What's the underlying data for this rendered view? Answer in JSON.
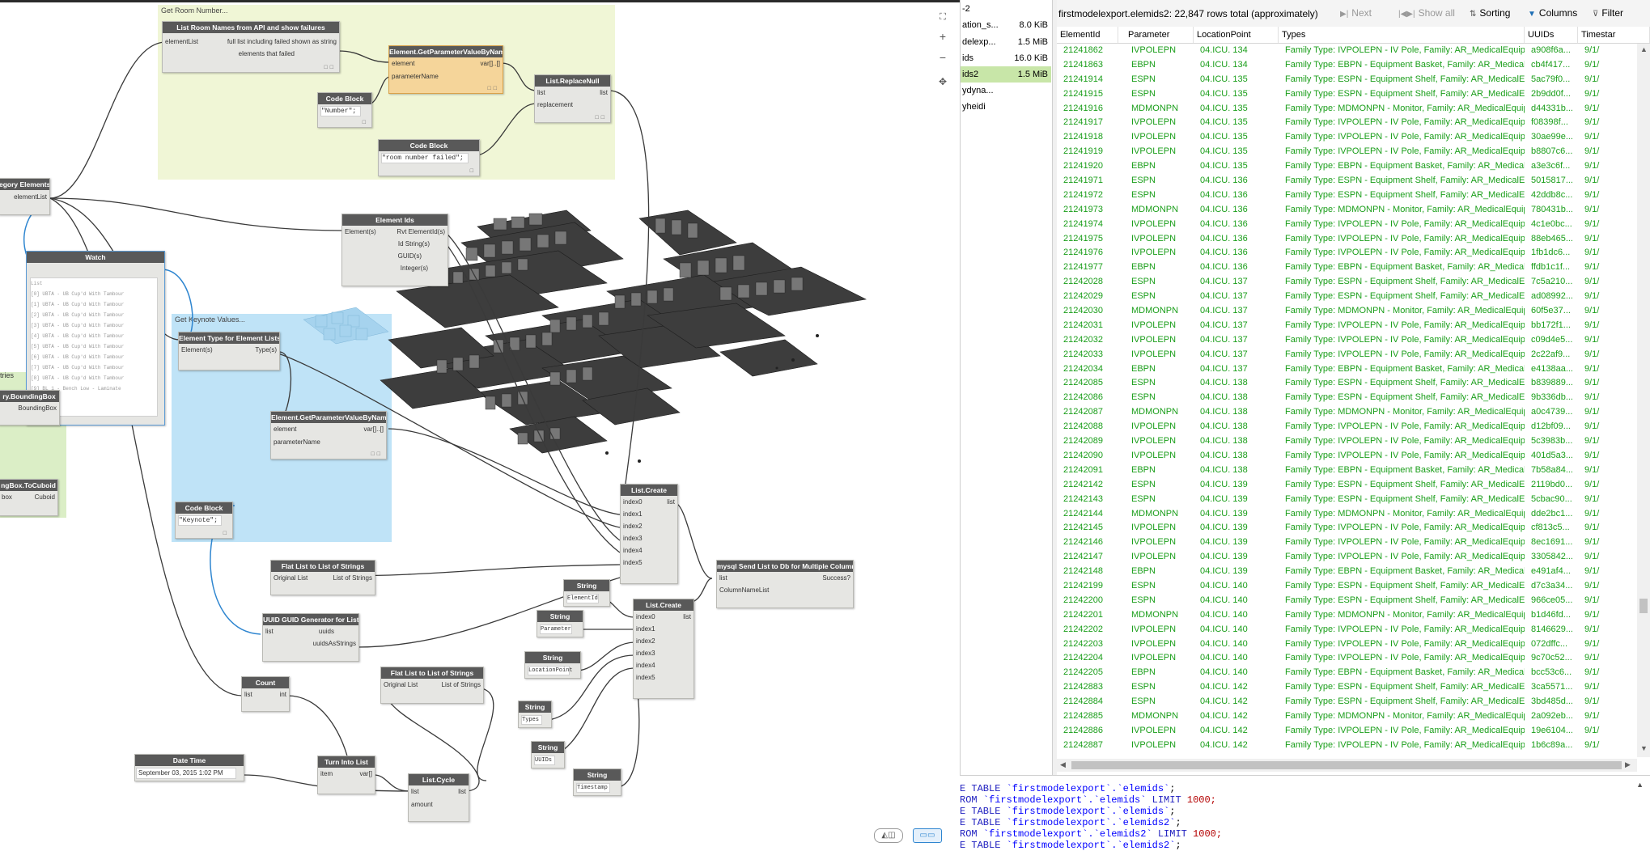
{
  "graph": {
    "groups": {
      "room_title": "Get Room Number...",
      "keynote_title": "Get Keynote Values..."
    },
    "nodes": {
      "list_room_names": {
        "title": "List Room Names from API and show failures",
        "in1": "elementList",
        "out1": "full list including failed shown as string",
        "out2": "elements that failed"
      },
      "get_param_1": {
        "title": "Element.GetParameterValueByName",
        "in1": "element",
        "in2": "parameterName",
        "out1": "var[]..[]"
      },
      "list_replace_null": {
        "title": "List.ReplaceNull",
        "in1": "list",
        "in2": "replacement",
        "out1": "list"
      },
      "code_block_number": {
        "title": "Code Block",
        "code": "\"Number\";"
      },
      "code_block_failed": {
        "title": "Code Block",
        "code": "\"room number failed\";"
      },
      "category_elements": {
        "title": "egory Elements",
        "out1": "elementList"
      },
      "element_ids": {
        "title": "Element Ids",
        "in1": "Element(s)",
        "out1": "Rvt ElementId(s)",
        "out2": "Id String(s)",
        "out3": "GUID(s)",
        "out4": "Integer(s)"
      },
      "watch": {
        "title": "Watch",
        "list": [
          "List",
          "[0] UBTA - UB Cup'd With Tambour",
          "[1] UBTA - UB Cup'd With Tambour",
          "[2] UBTA - UB Cup'd With Tambour",
          "[3] UBTA - UB Cup'd With Tambour",
          "[4] UBTA - UB Cup'd With Tambour",
          "[5] UBTA - UB Cup'd With Tambour",
          "[6] UBTA - UB Cup'd With Tambour",
          "[7] UBTA - UB Cup'd With Tambour",
          "[8] UBTA - UB Cup'd With Tambour",
          "[9] BL 1 - Bench Low - Laminate"
        ]
      },
      "element_type": {
        "title": "Element Type for Element Lists",
        "in1": "Element(s)",
        "out1": "Type(s)"
      },
      "get_param_2": {
        "title": "Element.GetParameterValueByName",
        "in1": "element",
        "in2": "parameterName",
        "out1": "var[]..[]"
      },
      "code_block_keynote": {
        "title": "Code Block",
        "code": "\"Keynote\";"
      },
      "bounding_box": {
        "title": "ry.BoundingBox",
        "out1": "BoundingBox",
        "side_label": "tries"
      },
      "to_cuboid": {
        "title": "ngBox.ToCuboid",
        "in1": "box",
        "out1": "Cuboid"
      },
      "flat_list_1": {
        "title": "Flat List to List of Strings",
        "in1": "Original List",
        "out1": "List of Strings"
      },
      "uuid": {
        "title": "UUID GUID Generator for Lists",
        "in1": "list",
        "out1": "uuids",
        "out2": "uuidsAsStrings"
      },
      "count": {
        "title": "Count",
        "in1": "list",
        "out1": "int"
      },
      "flat_list_2": {
        "title": "Flat List to List of Strings",
        "in1": "Original List",
        "out1": "List of Strings"
      },
      "date_time": {
        "title": "Date Time",
        "value": "September 03, 2015 1:02 PM"
      },
      "turn_into_list": {
        "title": "Turn Into List",
        "in1": "item",
        "out1": "var[]"
      },
      "list_cycle": {
        "title": "List.Cycle",
        "in1": "list",
        "in2": "amount",
        "out1": "list"
      },
      "list_create_1": {
        "title": "List.Create",
        "inputs": [
          "index0",
          "index1",
          "index2",
          "index3",
          "index4",
          "index5"
        ],
        "out1": "list"
      },
      "list_create_2": {
        "title": "List.Create",
        "inputs": [
          "index0",
          "index1",
          "index2",
          "index3",
          "index4",
          "index5"
        ],
        "out1": "list"
      },
      "mysql": {
        "title": "mysql Send List to Db for Multiple Columns",
        "in1": "list",
        "in2": "ColumnNameList",
        "out1": "Success?"
      },
      "str_elementid": {
        "title": "String",
        "value": "ElementId"
      },
      "str_parameter": {
        "title": "String",
        "value": "Parameter"
      },
      "str_location": {
        "title": "String",
        "value": "LocationPoint"
      },
      "str_types": {
        "title": "String",
        "value": "Types"
      },
      "str_uuids": {
        "title": "String",
        "value": "UUIDs"
      },
      "str_timestamp": {
        "title": "String",
        "value": "Timestamp"
      }
    }
  },
  "schemas": {
    "items": [
      {
        "name": "-2",
        "size": ""
      },
      {
        "name": "ation_s...",
        "size": "8.0 KiB"
      },
      {
        "name": "delexp...",
        "size": "1.5 MiB"
      },
      {
        "name": "ids",
        "size": "16.0 KiB"
      },
      {
        "name": "ids2",
        "size": "1.5 MiB"
      },
      {
        "name": "ydyna...",
        "size": ""
      },
      {
        "name": "yheidi",
        "size": ""
      }
    ]
  },
  "grid": {
    "title": "firstmodelexport.elemids2: 22,847 rows total (approximately)",
    "toolbar": {
      "next": "Next",
      "show_all": "Show all",
      "sorting": "Sorting",
      "columns": "Columns",
      "filter": "Filter"
    },
    "columns": [
      "ElementId",
      "Parameter",
      "LocationPoint",
      "Types",
      "UUIDs",
      "Timestar"
    ],
    "rows": [
      [
        "21241862",
        "IVPOLEPN",
        "04.ICU. 134",
        "Family Type: IVPOLEPN - IV Pole, Family: AR_MedicalEquipment_...",
        "a908f6a...",
        "9/1/"
      ],
      [
        "21241863",
        "EBPN",
        "04.ICU. 134",
        "Family Type: EBPN - Equipment Basket, Family: AR_MedicalEquipm...",
        "cb4f417...",
        "9/1/"
      ],
      [
        "21241914",
        "ESPN",
        "04.ICU. 135",
        "Family Type: ESPN - Equipment Shelf, Family: AR_MedicalEquipme...",
        "5ac79f0...",
        "9/1/"
      ],
      [
        "21241915",
        "ESPN",
        "04.ICU. 135",
        "Family Type: ESPN - Equipment Shelf, Family: AR_MedicalEquipme...",
        "2b9dd0f...",
        "9/1/"
      ],
      [
        "21241916",
        "MDMONPN",
        "04.ICU. 135",
        "Family Type: MDMONPN - Monitor, Family: AR_MedicalEquipme...",
        "d44331b...",
        "9/1/"
      ],
      [
        "21241917",
        "IVPOLEPN",
        "04.ICU. 135",
        "Family Type: IVPOLEPN - IV Pole, Family: AR_MedicalEquipment_...",
        "f08398f...",
        "9/1/"
      ],
      [
        "21241918",
        "IVPOLEPN",
        "04.ICU. 135",
        "Family Type: IVPOLEPN - IV Pole, Family: AR_MedicalEquipment_...",
        "30ae99e...",
        "9/1/"
      ],
      [
        "21241919",
        "IVPOLEPN",
        "04.ICU. 135",
        "Family Type: IVPOLEPN - IV Pole, Family: AR_MedicalEquipment_...",
        "b8807c6...",
        "9/1/"
      ],
      [
        "21241920",
        "EBPN",
        "04.ICU. 135",
        "Family Type: EBPN - Equipment Basket, Family: AR_MedicalEquipm...",
        "a3e3c6f...",
        "9/1/"
      ],
      [
        "21241971",
        "ESPN",
        "04.ICU. 136",
        "Family Type: ESPN - Equipment Shelf, Family: AR_MedicalEquipme...",
        "5015817...",
        "9/1/"
      ],
      [
        "21241972",
        "ESPN",
        "04.ICU. 136",
        "Family Type: ESPN - Equipment Shelf, Family: AR_MedicalEquipme...",
        "42ddb8c...",
        "9/1/"
      ],
      [
        "21241973",
        "MDMONPN",
        "04.ICU. 136",
        "Family Type: MDMONPN - Monitor, Family: AR_MedicalEquipme...",
        "780431b...",
        "9/1/"
      ],
      [
        "21241974",
        "IVPOLEPN",
        "04.ICU. 136",
        "Family Type: IVPOLEPN - IV Pole, Family: AR_MedicalEquipment_...",
        "4c1e0bc...",
        "9/1/"
      ],
      [
        "21241975",
        "IVPOLEPN",
        "04.ICU. 136",
        "Family Type: IVPOLEPN - IV Pole, Family: AR_MedicalEquipment_...",
        "88eb465...",
        "9/1/"
      ],
      [
        "21241976",
        "IVPOLEPN",
        "04.ICU. 136",
        "Family Type: IVPOLEPN - IV Pole, Family: AR_MedicalEquipment_...",
        "1fb1dc6...",
        "9/1/"
      ],
      [
        "21241977",
        "EBPN",
        "04.ICU. 136",
        "Family Type: EBPN - Equipment Basket, Family: AR_MedicalEquipm...",
        "ffdb1c1f...",
        "9/1/"
      ],
      [
        "21242028",
        "ESPN",
        "04.ICU. 137",
        "Family Type: ESPN - Equipment Shelf, Family: AR_MedicalEquipme...",
        "7c5a210...",
        "9/1/"
      ],
      [
        "21242029",
        "ESPN",
        "04.ICU. 137",
        "Family Type: ESPN - Equipment Shelf, Family: AR_MedicalEquipme...",
        "ad08992...",
        "9/1/"
      ],
      [
        "21242030",
        "MDMONPN",
        "04.ICU. 137",
        "Family Type: MDMONPN - Monitor, Family: AR_MedicalEquipme...",
        "60f5e37...",
        "9/1/"
      ],
      [
        "21242031",
        "IVPOLEPN",
        "04.ICU. 137",
        "Family Type: IVPOLEPN - IV Pole, Family: AR_MedicalEquipment_...",
        "bb172f1...",
        "9/1/"
      ],
      [
        "21242032",
        "IVPOLEPN",
        "04.ICU. 137",
        "Family Type: IVPOLEPN - IV Pole, Family: AR_MedicalEquipment_...",
        "c09d4e5...",
        "9/1/"
      ],
      [
        "21242033",
        "IVPOLEPN",
        "04.ICU. 137",
        "Family Type: IVPOLEPN - IV Pole, Family: AR_MedicalEquipment_...",
        "2c22af9...",
        "9/1/"
      ],
      [
        "21242034",
        "EBPN",
        "04.ICU. 137",
        "Family Type: EBPN - Equipment Basket, Family: AR_MedicalEquipm...",
        "e4138aa...",
        "9/1/"
      ],
      [
        "21242085",
        "ESPN",
        "04.ICU. 138",
        "Family Type: ESPN - Equipment Shelf, Family: AR_MedicalEquipme...",
        "b839889...",
        "9/1/"
      ],
      [
        "21242086",
        "ESPN",
        "04.ICU. 138",
        "Family Type: ESPN - Equipment Shelf, Family: AR_MedicalEquipme...",
        "9b336db...",
        "9/1/"
      ],
      [
        "21242087",
        "MDMONPN",
        "04.ICU. 138",
        "Family Type: MDMONPN - Monitor, Family: AR_MedicalEquipme...",
        "a0c4739...",
        "9/1/"
      ],
      [
        "21242088",
        "IVPOLEPN",
        "04.ICU. 138",
        "Family Type: IVPOLEPN - IV Pole, Family: AR_MedicalEquipment_...",
        "d12bf09...",
        "9/1/"
      ],
      [
        "21242089",
        "IVPOLEPN",
        "04.ICU. 138",
        "Family Type: IVPOLEPN - IV Pole, Family: AR_MedicalEquipment_...",
        "5c3983b...",
        "9/1/"
      ],
      [
        "21242090",
        "IVPOLEPN",
        "04.ICU. 138",
        "Family Type: IVPOLEPN - IV Pole, Family: AR_MedicalEquipment_...",
        "401d5a3...",
        "9/1/"
      ],
      [
        "21242091",
        "EBPN",
        "04.ICU. 138",
        "Family Type: EBPN - Equipment Basket, Family: AR_MedicalEquipm...",
        "7b58a84...",
        "9/1/"
      ],
      [
        "21242142",
        "ESPN",
        "04.ICU. 139",
        "Family Type: ESPN - Equipment Shelf, Family: AR_MedicalEquipme...",
        "2119bd0...",
        "9/1/"
      ],
      [
        "21242143",
        "ESPN",
        "04.ICU. 139",
        "Family Type: ESPN - Equipment Shelf, Family: AR_MedicalEquipme...",
        "5cbac90...",
        "9/1/"
      ],
      [
        "21242144",
        "MDMONPN",
        "04.ICU. 139",
        "Family Type: MDMONPN - Monitor, Family: AR_MedicalEquipme...",
        "dde2bc1...",
        "9/1/"
      ],
      [
        "21242145",
        "IVPOLEPN",
        "04.ICU. 139",
        "Family Type: IVPOLEPN - IV Pole, Family: AR_MedicalEquipment_...",
        "cf813c5...",
        "9/1/"
      ],
      [
        "21242146",
        "IVPOLEPN",
        "04.ICU. 139",
        "Family Type: IVPOLEPN - IV Pole, Family: AR_MedicalEquipment_...",
        "8ec1691...",
        "9/1/"
      ],
      [
        "21242147",
        "IVPOLEPN",
        "04.ICU. 139",
        "Family Type: IVPOLEPN - IV Pole, Family: AR_MedicalEquipment_...",
        "3305842...",
        "9/1/"
      ],
      [
        "21242148",
        "EBPN",
        "04.ICU. 139",
        "Family Type: EBPN - Equipment Basket, Family: AR_MedicalEquipm...",
        "e491af4...",
        "9/1/"
      ],
      [
        "21242199",
        "ESPN",
        "04.ICU. 140",
        "Family Type: ESPN - Equipment Shelf, Family: AR_MedicalEquipme...",
        "d7c3a34...",
        "9/1/"
      ],
      [
        "21242200",
        "ESPN",
        "04.ICU. 140",
        "Family Type: ESPN - Equipment Shelf, Family: AR_MedicalEquipme...",
        "966ce05...",
        "9/1/"
      ],
      [
        "21242201",
        "MDMONPN",
        "04.ICU. 140",
        "Family Type: MDMONPN - Monitor, Family: AR_MedicalEquipme...",
        "b1d46fd...",
        "9/1/"
      ],
      [
        "21242202",
        "IVPOLEPN",
        "04.ICU. 140",
        "Family Type: IVPOLEPN - IV Pole, Family: AR_MedicalEquipment_...",
        "8146629...",
        "9/1/"
      ],
      [
        "21242203",
        "IVPOLEPN",
        "04.ICU. 140",
        "Family Type: IVPOLEPN - IV Pole, Family: AR_MedicalEquipment_...",
        "072dffc...",
        "9/1/"
      ],
      [
        "21242204",
        "IVPOLEPN",
        "04.ICU. 140",
        "Family Type: IVPOLEPN - IV Pole, Family: AR_MedicalEquipment_...",
        "9c70c52...",
        "9/1/"
      ],
      [
        "21242205",
        "EBPN",
        "04.ICU. 140",
        "Family Type: EBPN - Equipment Basket, Family: AR_MedicalEquipm...",
        "bcc53c6...",
        "9/1/"
      ],
      [
        "21242883",
        "ESPN",
        "04.ICU. 142",
        "Family Type: ESPN - Equipment Shelf, Family: AR_MedicalEquipme...",
        "3ca5571...",
        "9/1/"
      ],
      [
        "21242884",
        "ESPN",
        "04.ICU. 142",
        "Family Type: ESPN - Equipment Shelf, Family: AR_MedicalEquipme...",
        "3bd485d...",
        "9/1/"
      ],
      [
        "21242885",
        "MDMONPN",
        "04.ICU. 142",
        "Family Type: MDMONPN - Monitor, Family: AR_MedicalEquipme...",
        "2a092eb...",
        "9/1/"
      ],
      [
        "21242886",
        "IVPOLEPN",
        "04.ICU. 142",
        "Family Type: IVPOLEPN - IV Pole, Family: AR_MedicalEquipment_...",
        "19e6104...",
        "9/1/"
      ],
      [
        "21242887",
        "IVPOLEPN",
        "04.ICU. 142",
        "Family Type: IVPOLEPN - IV Pole, Family: AR_MedicalEquipment_...",
        "1b6c89a...",
        "9/1/"
      ]
    ]
  },
  "sql": {
    "lines": [
      {
        "a": "E TABLE ",
        "b": "`firstmodelexport`.`elemids`",
        "c": ";",
        "d": ""
      },
      {
        "a": "ROM ",
        "b": "`firstmodelexport`.`elemids`",
        "c": " LIMIT ",
        "d": "1000;"
      },
      {
        "a": "E TABLE ",
        "b": "`firstmodelexport`.`elemids`",
        "c": ";",
        "d": ""
      },
      {
        "a": "E TABLE ",
        "b": "`firstmodelexport`.`elemids2`",
        "c": ";",
        "d": ""
      },
      {
        "a": "ROM ",
        "b": "`firstmodelexport`.`elemids2`",
        "c": " LIMIT ",
        "d": "1000;"
      },
      {
        "a": "E TABLE ",
        "b": "`firstmodelexport`.`elemids2`",
        "c": ";",
        "d": ""
      }
    ]
  },
  "colors": {
    "row_text": "#1a9e1a",
    "group_yellow": "#f0f6d6",
    "group_blue": "#bfe3f7",
    "group_green": "#dbeec6",
    "node_header": "#595959",
    "selected_node": "#f5d59a"
  }
}
